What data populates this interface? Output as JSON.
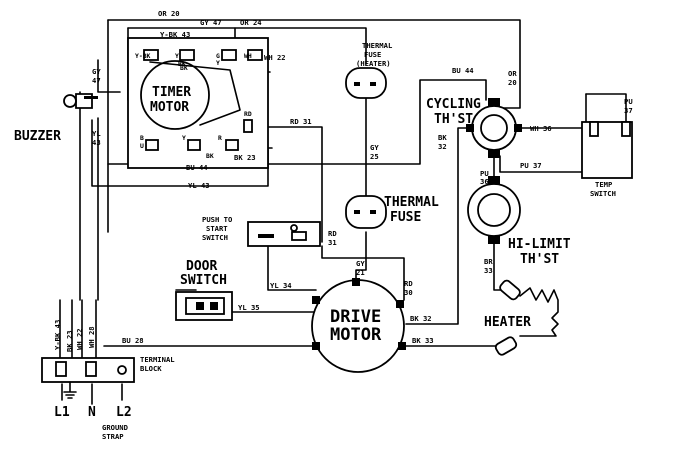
{
  "components": {
    "timer_motor": [
      "TIMER",
      "MOTOR"
    ],
    "buzzer": "BUZZER",
    "thermal_fuse_heater": [
      "THERMAL",
      "FUSE",
      "(HEATER)"
    ],
    "thermal_fuse": [
      "THERMAL",
      "FUSE"
    ],
    "cycling_thst": [
      "CYCLING",
      "TH'ST"
    ],
    "temp_switch": [
      "TEMP",
      "SWITCH"
    ],
    "hi_limit": [
      "HI-LIMIT",
      "TH'ST"
    ],
    "push_to_start": [
      "PUSH TO",
      "START",
      "SWITCH"
    ],
    "door_switch": [
      "DOOR",
      "SWITCH"
    ],
    "drive_motor": [
      "DRIVE",
      "MOTOR"
    ],
    "heater": "HEATER",
    "terminal_block": [
      "TERMINAL",
      "BLOCK"
    ],
    "ground_strap": [
      "GROUND",
      "STRAP"
    ]
  },
  "terminals": {
    "l1": "L1",
    "n": "N",
    "l2": "L2"
  },
  "wires": {
    "or20_top": "OR 20",
    "gy47_top": "GY 47",
    "or24": "OR 24",
    "ybk43_top": "Y-BK 43",
    "wh22": "WH 22",
    "gy47_side": [
      "GY",
      "47"
    ],
    "yl43": [
      "YL",
      "43"
    ],
    "rd31_timer": "RD 31",
    "gy25": [
      "GY",
      "25"
    ],
    "bu44_timer": "BU 44",
    "bk23": "BK 23",
    "yl43_bottom": "YL 43",
    "bu44_top": "BU 44",
    "or20_cyc": [
      "OR",
      "20"
    ],
    "wh36": "WH 36",
    "pu37_top": [
      "PU",
      "37"
    ],
    "bk32_cyc": [
      "BK",
      "32"
    ],
    "pu37": "PU 37",
    "pu36": [
      "PU",
      "36"
    ],
    "br33": [
      "BR",
      "33"
    ],
    "rd31_push": [
      "RD",
      "31"
    ],
    "gy21": [
      "GY",
      "21"
    ],
    "rd30": [
      "RD",
      "30"
    ],
    "yl34": "YL 34",
    "yl35": "YL 35",
    "bk32_motor": "BK 32",
    "bk33": "BK 33",
    "bu28": "BU 28",
    "ybk43_vert": "Y-BK 43",
    "bk23_vert": "BK 23",
    "wh22_vert": "WH 22",
    "wh28_vert": "WH 28"
  },
  "timer_contacts": {
    "ybk": "Y-BK",
    "y": "Y",
    "bk": "BK",
    "g": "G",
    "y2": "Y",
    "wh": "WH",
    "b": "B",
    "u": "U",
    "y3": "Y",
    "r": "R",
    "rd": "RD",
    "bk2": "BK",
    "bk3": "BK"
  }
}
